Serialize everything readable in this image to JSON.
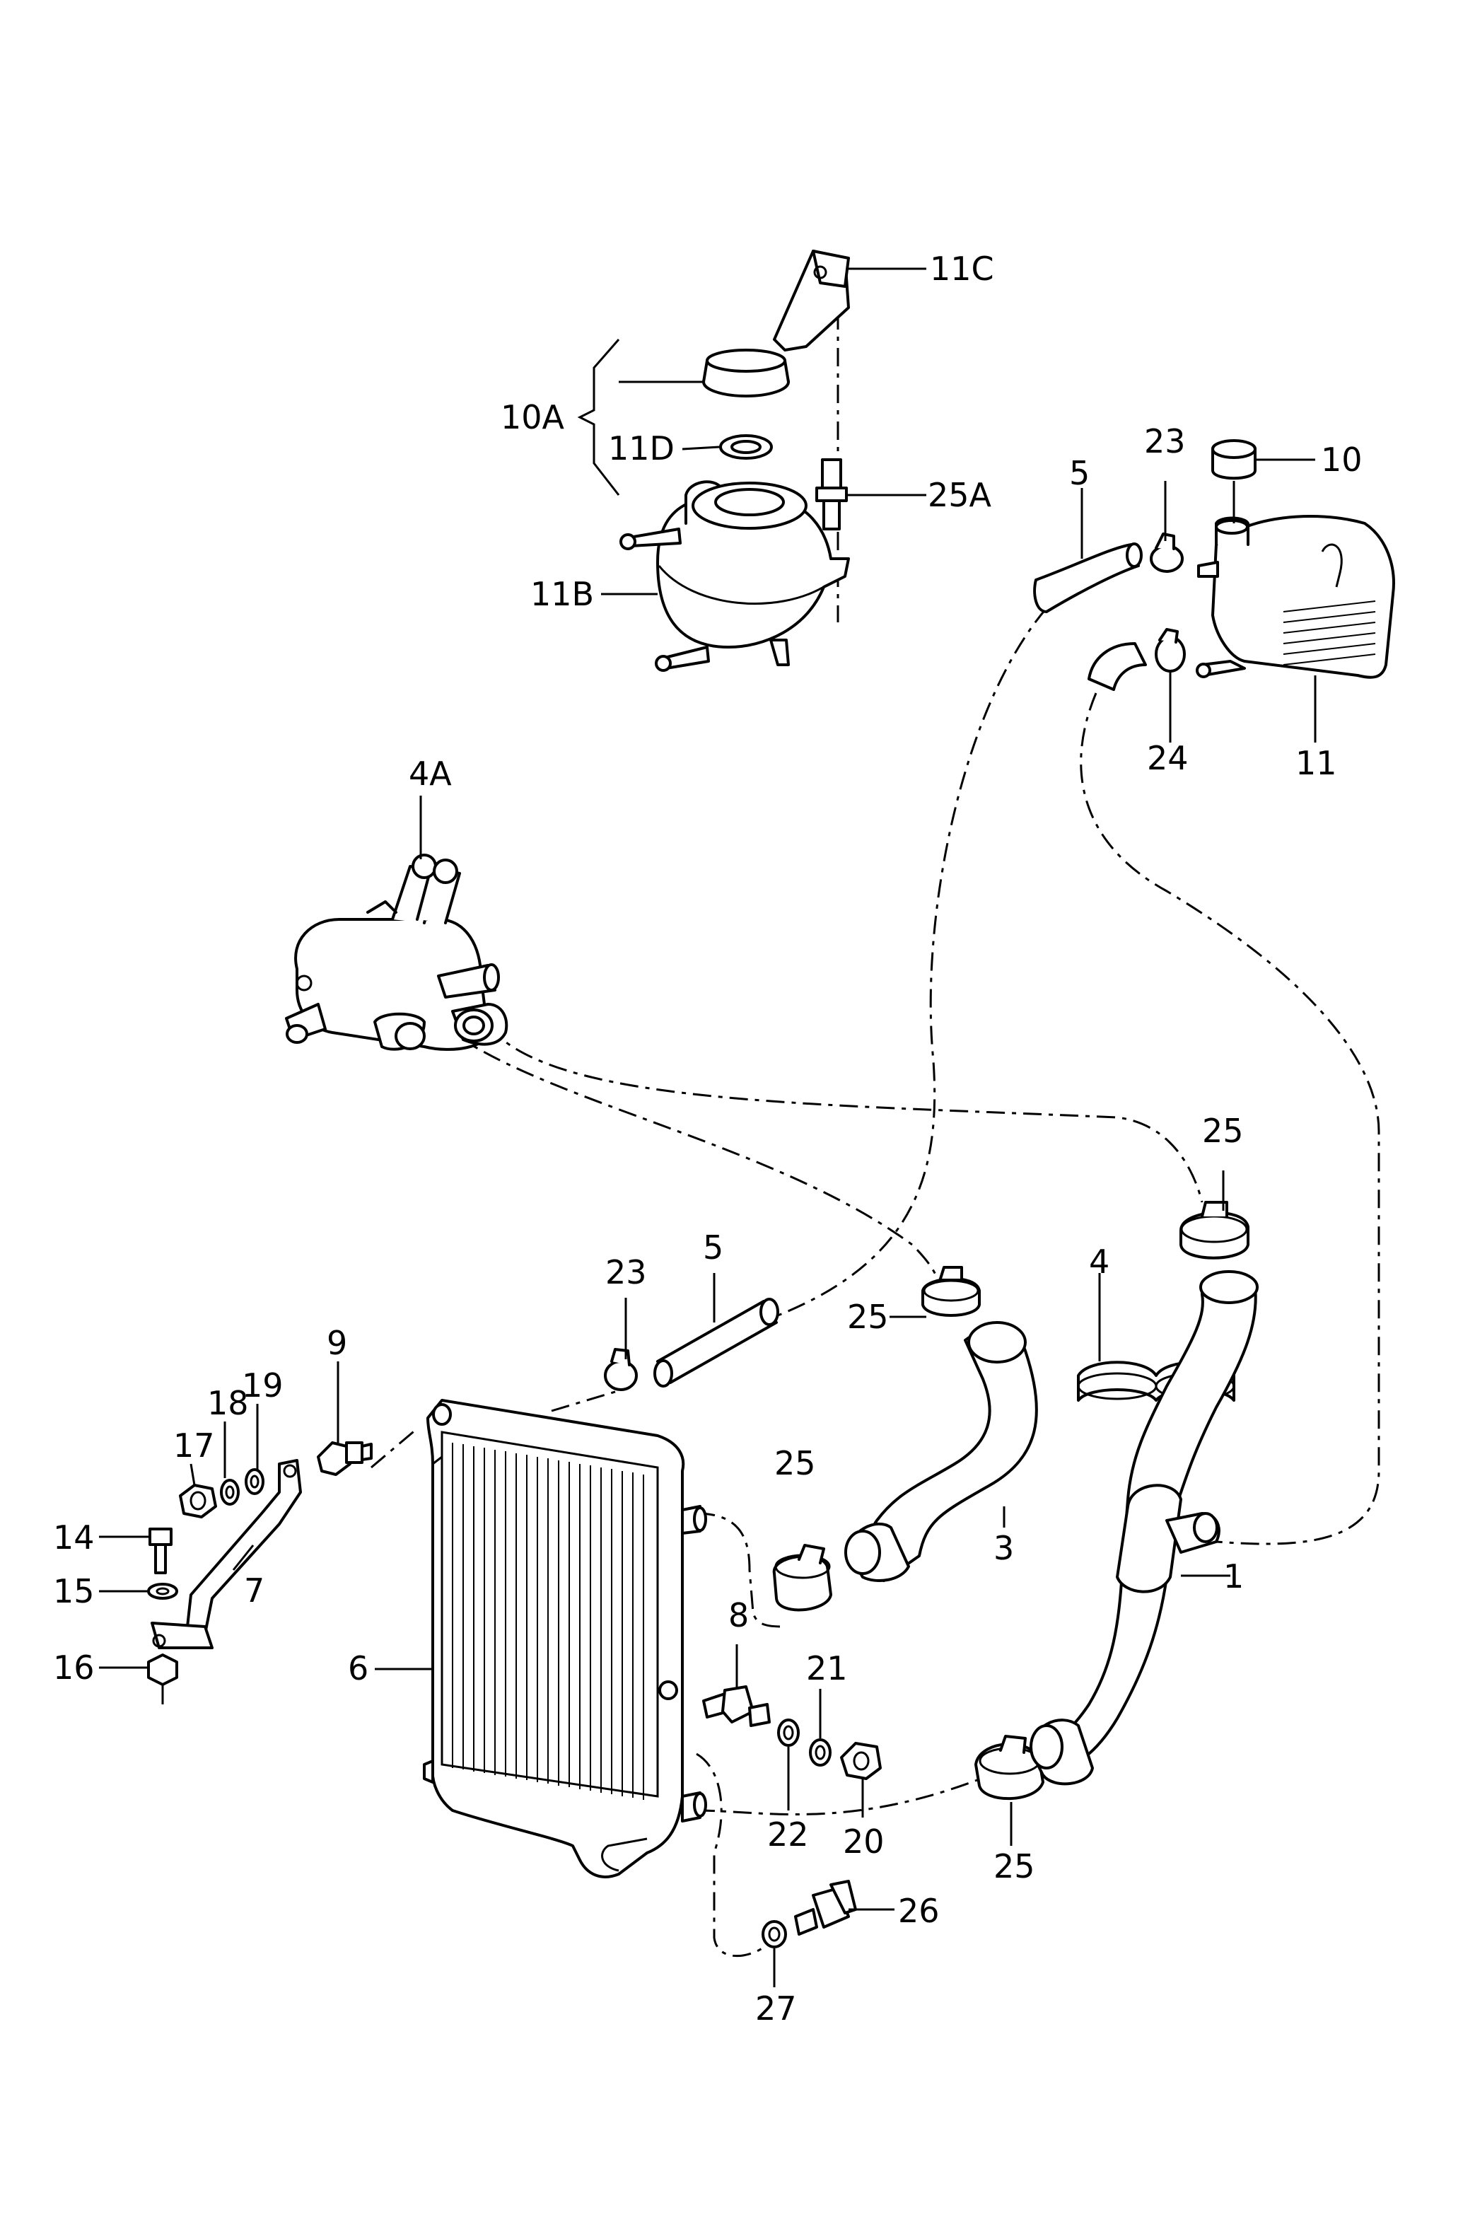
{
  "labels": {
    "l1": "1",
    "l3": "3",
    "l4": "4",
    "l4a": "4A",
    "l5_top": "5",
    "l5_mid": "5",
    "l6": "6",
    "l7": "7",
    "l8": "8",
    "l9": "9",
    "l10": "10",
    "l10a": "10A",
    "l11": "11",
    "l11b": "11B",
    "l11c": "11C",
    "l11d": "11D",
    "l14": "14",
    "l15": "15",
    "l16": "16",
    "l17": "17",
    "l18": "18",
    "l19": "19",
    "l20": "20",
    "l21": "21",
    "l22": "22",
    "l23_top": "23",
    "l23_mid": "23",
    "l24": "24",
    "l25_a": "25",
    "l25_b": "25",
    "l25_c": "25",
    "l25_d": "25",
    "l25a": "25A",
    "l26": "26",
    "l27": "27"
  }
}
